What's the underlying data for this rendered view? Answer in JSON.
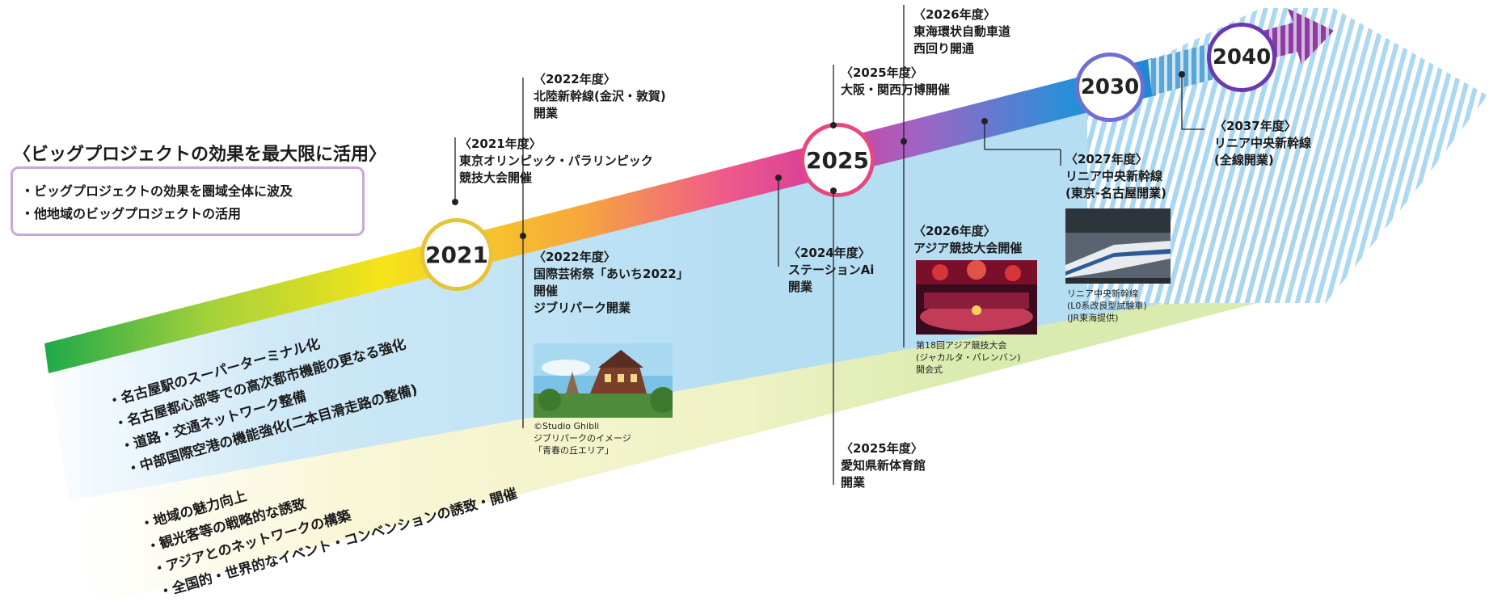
{
  "heading": "〈ビッグプロジェクトの効果を最大限に活用〉",
  "summary_box": {
    "line1": "・ビッグプロジェクトの効果を圏域全体に波及",
    "line2": "・他地域のビッグプロジェクトの活用"
  },
  "years": {
    "y2021": "2021",
    "y2025": "2025",
    "y2030": "2030",
    "y2040": "2040"
  },
  "events": {
    "e2021_olympics": "〈2021年度〉\n東京オリンピック・パラリンピック\n競技大会開催",
    "e2022_hokuriku": "〈2022年度〉\n北陸新幹線(金沢・敦賀)\n開業",
    "e2022_aichi": "〈2022年度〉\n国際芸術祭「あいち2022」\n開催\nジブリパーク開業",
    "e2024_station": "〈2024年度〉\nステーションAi\n開業",
    "e2025_expo": "〈2025年度〉\n大阪・関西万博開催",
    "e2025_gym": "〈2025年度〉\n愛知県新体育館\n開業",
    "e2026_expressway": "〈2026年度〉\n東海環状自動車道\n西回り開通",
    "e2026_asiangames": "〈2026年度〉\nアジア競技大会開催",
    "e2027_linear": "〈2027年度〉\nリニア中央新幹線\n(東京-名古屋開業)",
    "e2037_linear": "〈2037年度〉\nリニア中央新幹線\n(全線開業)"
  },
  "captions": {
    "ghibli": "©Studio Ghibli\nジブリパークのイメージ\n「青春の丘エリア」",
    "asian": "第18回アジア競技大会\n(ジャカルタ・パレンバン)\n開会式",
    "linear": "リニア中央新幹線\n(L0系改良型試験車)\n(JR東海提供)"
  },
  "band_blue_items": {
    "i1": "・名古屋駅のスーパーターミナル化",
    "i2": "・名古屋都心部等での高次都市機能の更なる強化",
    "i3": "・道路・交通ネットワーク整備",
    "i4": "・中部国際空港の機能強化(二本目滑走路の整備)"
  },
  "band_yellow_items": {
    "i1": "・地域の魅力向上",
    "i2": "・観光客等の戦略的な誘致",
    "i3": "・アジアとのネットワークの構築",
    "i4": "・全国的・世界的なイベント・コンベンションの誘致・開催"
  },
  "colors": {
    "band_blue": "#bfe2f4",
    "band_yellow": "#f7f3cc",
    "band_green": "#d8ebb0",
    "stripe_blue": "#9fd2ef",
    "stripe_green": "#b5d96f"
  }
}
